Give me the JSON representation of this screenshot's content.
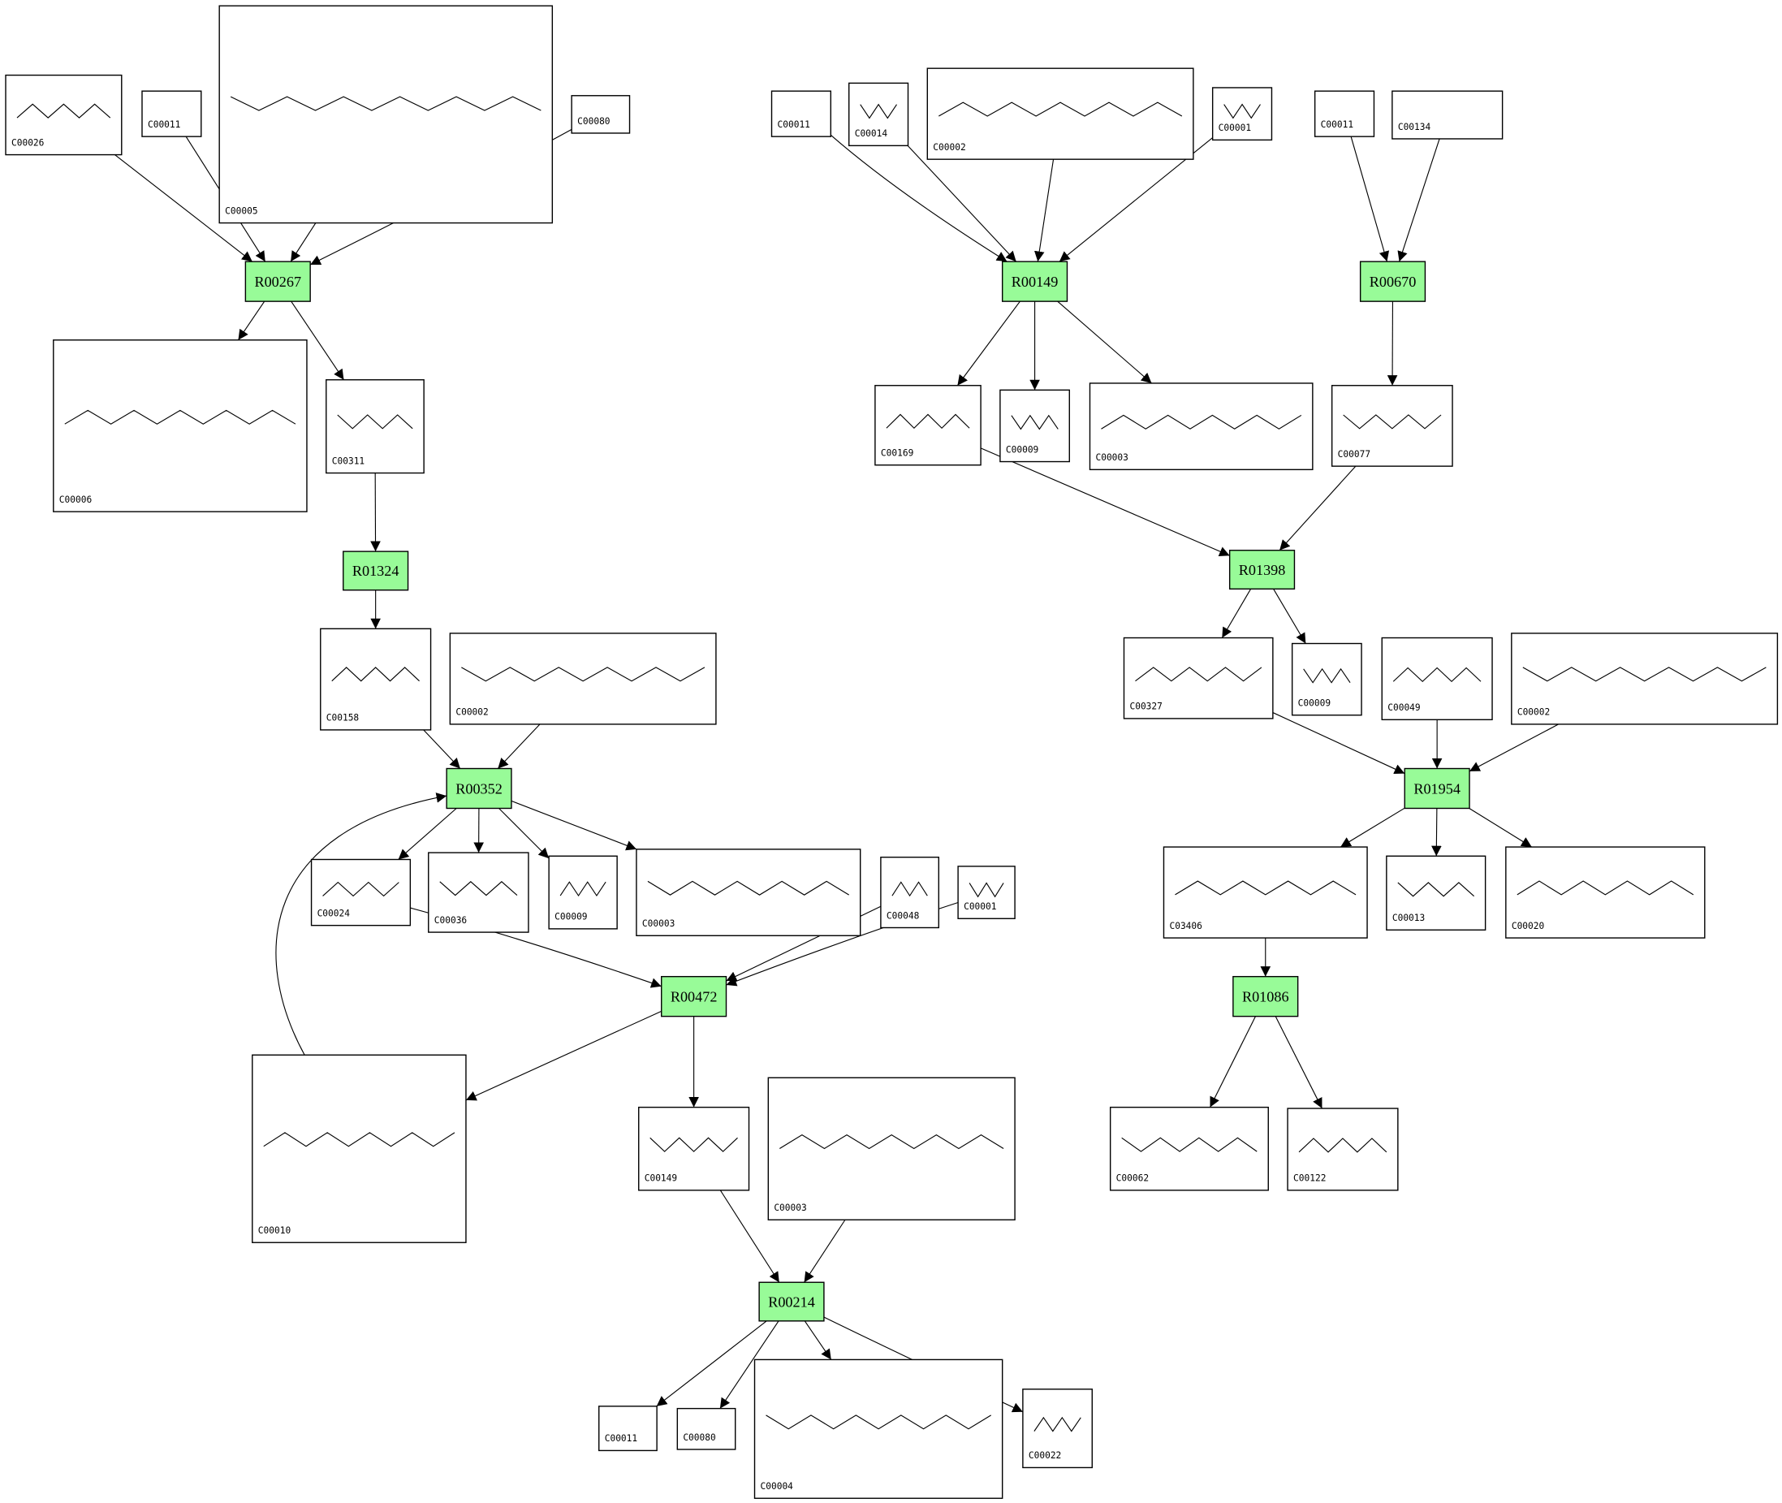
{
  "title": "Reaction network",
  "colors": {
    "reaction_fill": "#98fb98",
    "compound_fill": "#ffffff",
    "stroke": "#000000"
  },
  "reactions": [
    "R00267",
    "R01324",
    "R00352",
    "R00472",
    "R00214",
    "R00149",
    "R00670",
    "R01398",
    "R01954",
    "R01086"
  ],
  "compounds": {
    "c26a": "C00026",
    "c11a": "C00011",
    "c5": "C00005",
    "c80a": "C00080",
    "c6": "C00006",
    "c311": "C00311",
    "c158": "C00158",
    "c2a": "C00002",
    "c24": "C00024",
    "c36": "C00036",
    "c9a": "C00009",
    "c3a": "C00003",
    "c48": "C00048",
    "c1a": "C00001",
    "c10": "C00010",
    "c149": "C00149",
    "c3b": "C00003",
    "c11b": "C00011",
    "c80b": "C00080",
    "c4": "C00004",
    "c22": "C00022",
    "c11c": "C00011",
    "c14": "C00014",
    "c2b": "C00002",
    "c1b": "C00001",
    "c11d": "C00011",
    "c134": "C00134",
    "c169": "C00169",
    "c9b": "C00009",
    "c3c": "C00003",
    "c77": "C00077",
    "c327": "C00327",
    "c9c": "C00009",
    "c49": "C00049",
    "c2c": "C00002",
    "c3406": "C03406",
    "c13": "C00013",
    "c20": "C00020",
    "c62": "C00062",
    "c122": "C00122"
  },
  "edges": [
    [
      "c26a",
      "R00267"
    ],
    [
      "c11a",
      "R00267"
    ],
    [
      "c5",
      "R00267"
    ],
    [
      "c80a",
      "R00267"
    ],
    [
      "R00267",
      "c6"
    ],
    [
      "R00267",
      "c311"
    ],
    [
      "c311",
      "R01324"
    ],
    [
      "R01324",
      "c158"
    ],
    [
      "c158",
      "R00352"
    ],
    [
      "c2a",
      "R00352"
    ],
    [
      "c10",
      "R00352"
    ],
    [
      "R00352",
      "c24"
    ],
    [
      "R00352",
      "c36"
    ],
    [
      "R00352",
      "c9a"
    ],
    [
      "R00352",
      "c3a"
    ],
    [
      "c24",
      "R00472"
    ],
    [
      "c48",
      "R00472"
    ],
    [
      "c1a",
      "R00472"
    ],
    [
      "R00472",
      "c10"
    ],
    [
      "R00472",
      "c149"
    ],
    [
      "c149",
      "R00214"
    ],
    [
      "c3b",
      "R00214"
    ],
    [
      "R00214",
      "c11b"
    ],
    [
      "R00214",
      "c80b"
    ],
    [
      "R00214",
      "c4"
    ],
    [
      "R00214",
      "c22"
    ],
    [
      "c11c",
      "R00149"
    ],
    [
      "c14",
      "R00149"
    ],
    [
      "c2b",
      "R00149"
    ],
    [
      "c1b",
      "R00149"
    ],
    [
      "c11d",
      "R00670"
    ],
    [
      "c134",
      "R00670"
    ],
    [
      "R00149",
      "c169"
    ],
    [
      "R00149",
      "c9b"
    ],
    [
      "R00149",
      "c3c"
    ],
    [
      "R00670",
      "c77"
    ],
    [
      "c169",
      "R01398"
    ],
    [
      "c77",
      "R01398"
    ],
    [
      "R01398",
      "c327"
    ],
    [
      "R01398",
      "c9c"
    ],
    [
      "c327",
      "R01954"
    ],
    [
      "c49",
      "R01954"
    ],
    [
      "c2c",
      "R01954"
    ],
    [
      "R01954",
      "c3406"
    ],
    [
      "R01954",
      "c13"
    ],
    [
      "R01954",
      "c20"
    ],
    [
      "c3406",
      "R01086"
    ],
    [
      "R01086",
      "c62"
    ],
    [
      "R01086",
      "c122"
    ]
  ]
}
